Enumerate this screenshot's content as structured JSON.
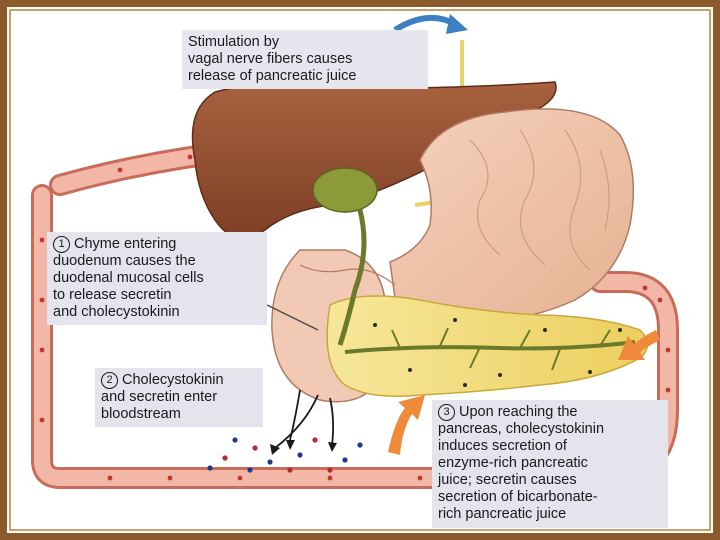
{
  "labels": {
    "vagal": {
      "lines": [
        "Stimulation by",
        "vagal nerve fibers causes",
        "release of pancreatic juice"
      ]
    },
    "step1": {
      "number": "1",
      "lines": [
        "Chyme entering",
        "duodenum causes the",
        "duodenal mucosal cells",
        "to release secretin",
        "and cholecystokinin"
      ]
    },
    "step2": {
      "number": "2",
      "lines": [
        "Cholecystokinin",
        "and secretin enter",
        "bloodstream"
      ]
    },
    "step3": {
      "number": "3",
      "lines": [
        "Upon reaching the",
        "pancreas, cholecystokinin",
        "induces secretion of",
        "enzyme-rich pancreatic",
        "juice; secretin causes",
        "secretion of bicarbonate-",
        "rich pancreatic juice"
      ]
    }
  },
  "colors": {
    "frame": "#8a5a2b",
    "liver": "#9c5a3a",
    "stomach": "#efc2a6",
    "pancreas": "#f0dc7a",
    "vessel": "#e79a86",
    "gallbladder": "#8c9a3a",
    "nerve": "#e8d36a",
    "arrow_orange": "#ef8a3a",
    "arrow_blue": "#3d7fc1",
    "hormone_blue": "#1f3a8a",
    "hormone_red": "#b52a2a"
  }
}
